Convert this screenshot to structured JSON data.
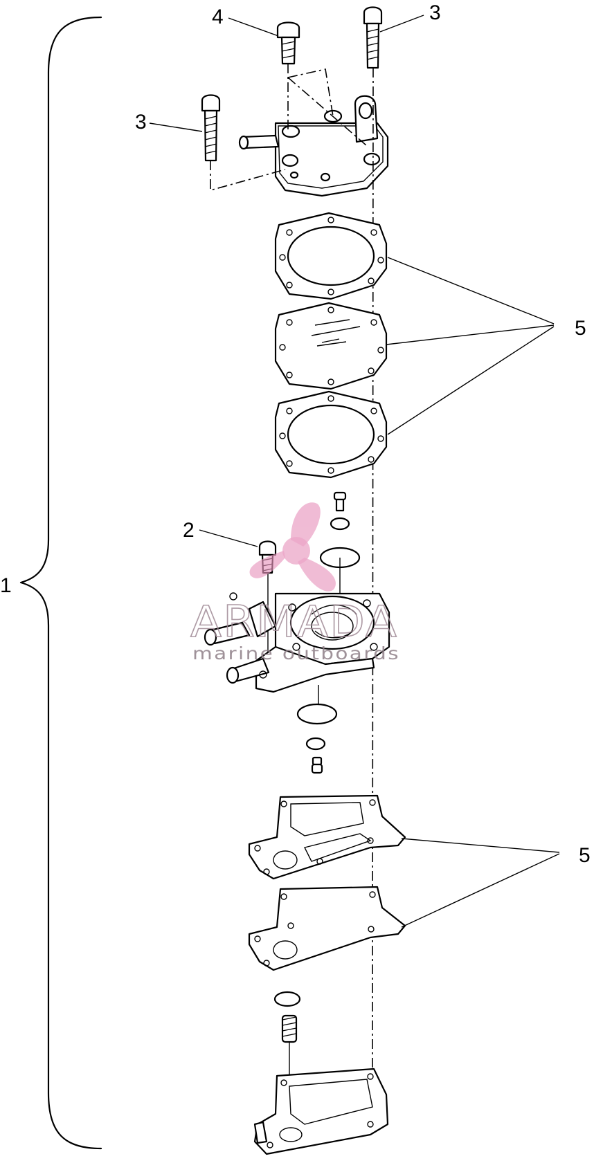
{
  "callouts": {
    "c1": "1",
    "c2": "2",
    "c3a": "3",
    "c3b": "3",
    "c4": "4",
    "c5a": "5",
    "c5b": "5"
  },
  "watermark": {
    "brand": "ARMADA",
    "tagline": "marine outboards",
    "color": "#e895bd"
  }
}
